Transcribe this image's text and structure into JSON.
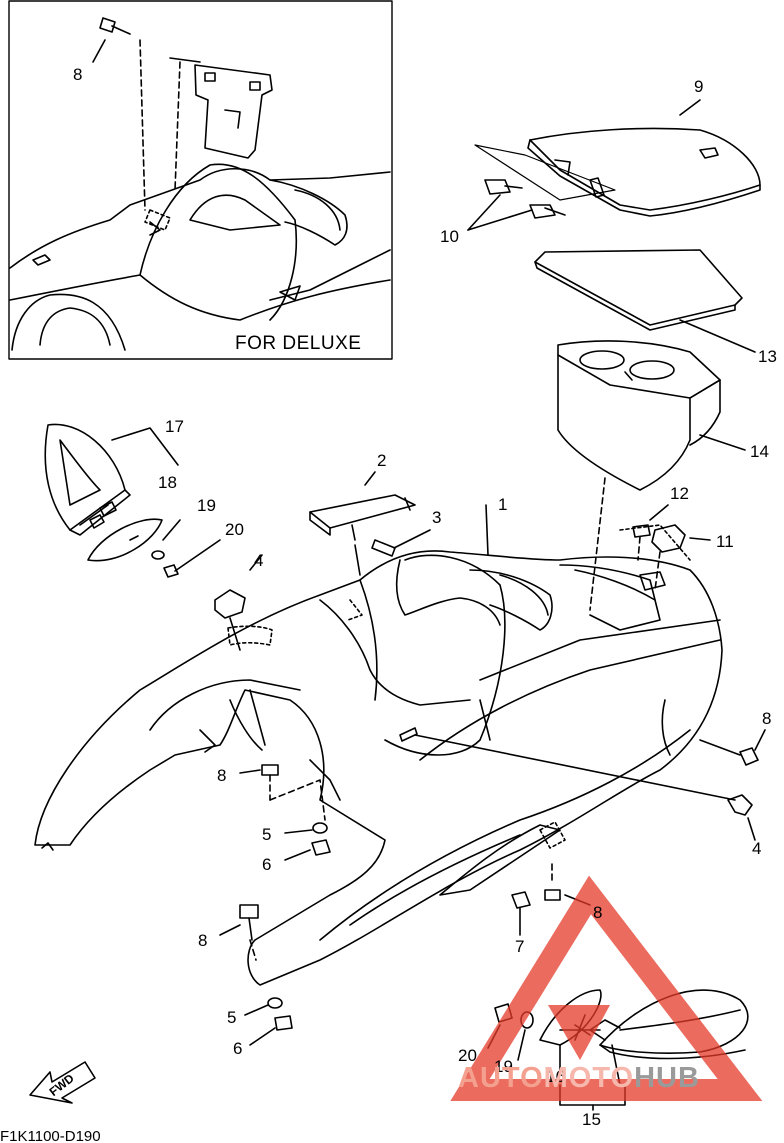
{
  "inset": {
    "caption": "FOR DELUXE"
  },
  "diagram_code": "F1K1100-D190",
  "direction_arrow": {
    "label": "FWD",
    "icon": "forward-arrow-icon"
  },
  "watermark": {
    "part1": "AUTO",
    "part2": "MOTO",
    "part3": "HUB",
    "logo_color": "#e63a2a"
  },
  "callouts": {
    "inset_bolt": "8",
    "seat_cover": "9",
    "seat_latch": "10",
    "seat_mat": "13",
    "storage_box": "14",
    "mirror": "17",
    "mirror_gasket": "18",
    "washer_19_left": "19",
    "nut_20_left": "20",
    "bracket": "2",
    "pin": "3",
    "clip_4_left": "4",
    "body": "1",
    "hinge": "11",
    "cap": "12",
    "bolt_8_right": "8",
    "clip_4_right": "4",
    "bolt_8_left": "8",
    "collar_5_upper": "5",
    "nut_6_upper": "6",
    "bolt_8_lower_right": "8",
    "clip_7": "7",
    "bolt_8_front": "8",
    "collar_5_lower": "5",
    "nut_6_lower": "6",
    "nut_20_right": "20",
    "washer_19_right": "19",
    "gasket_16": "16",
    "mirror_assy_15": "15"
  }
}
